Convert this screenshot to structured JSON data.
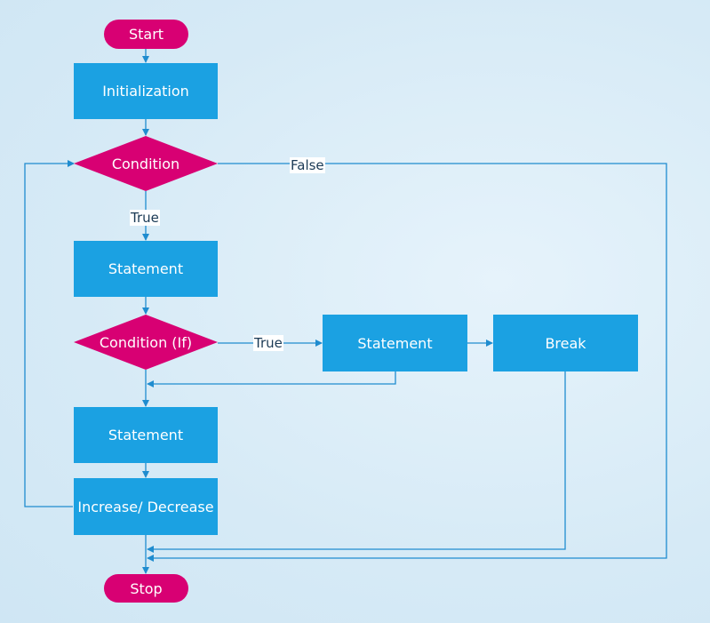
{
  "nodes": {
    "start": "Start",
    "initialization": "Initialization",
    "condition": "Condition",
    "statement1": "Statement",
    "condition_if": "Condition (If)",
    "statement_if": "Statement",
    "break": "Break",
    "statement2": "Statement",
    "increase_decrease": "Increase/ Decrease",
    "stop": "Stop"
  },
  "edge_labels": {
    "condition_false": "False",
    "condition_true": "True",
    "condition_if_true": "True"
  },
  "colors": {
    "process": "#1ba1e2",
    "terminal_decision": "#d80073",
    "connector": "#1f8ccf"
  }
}
